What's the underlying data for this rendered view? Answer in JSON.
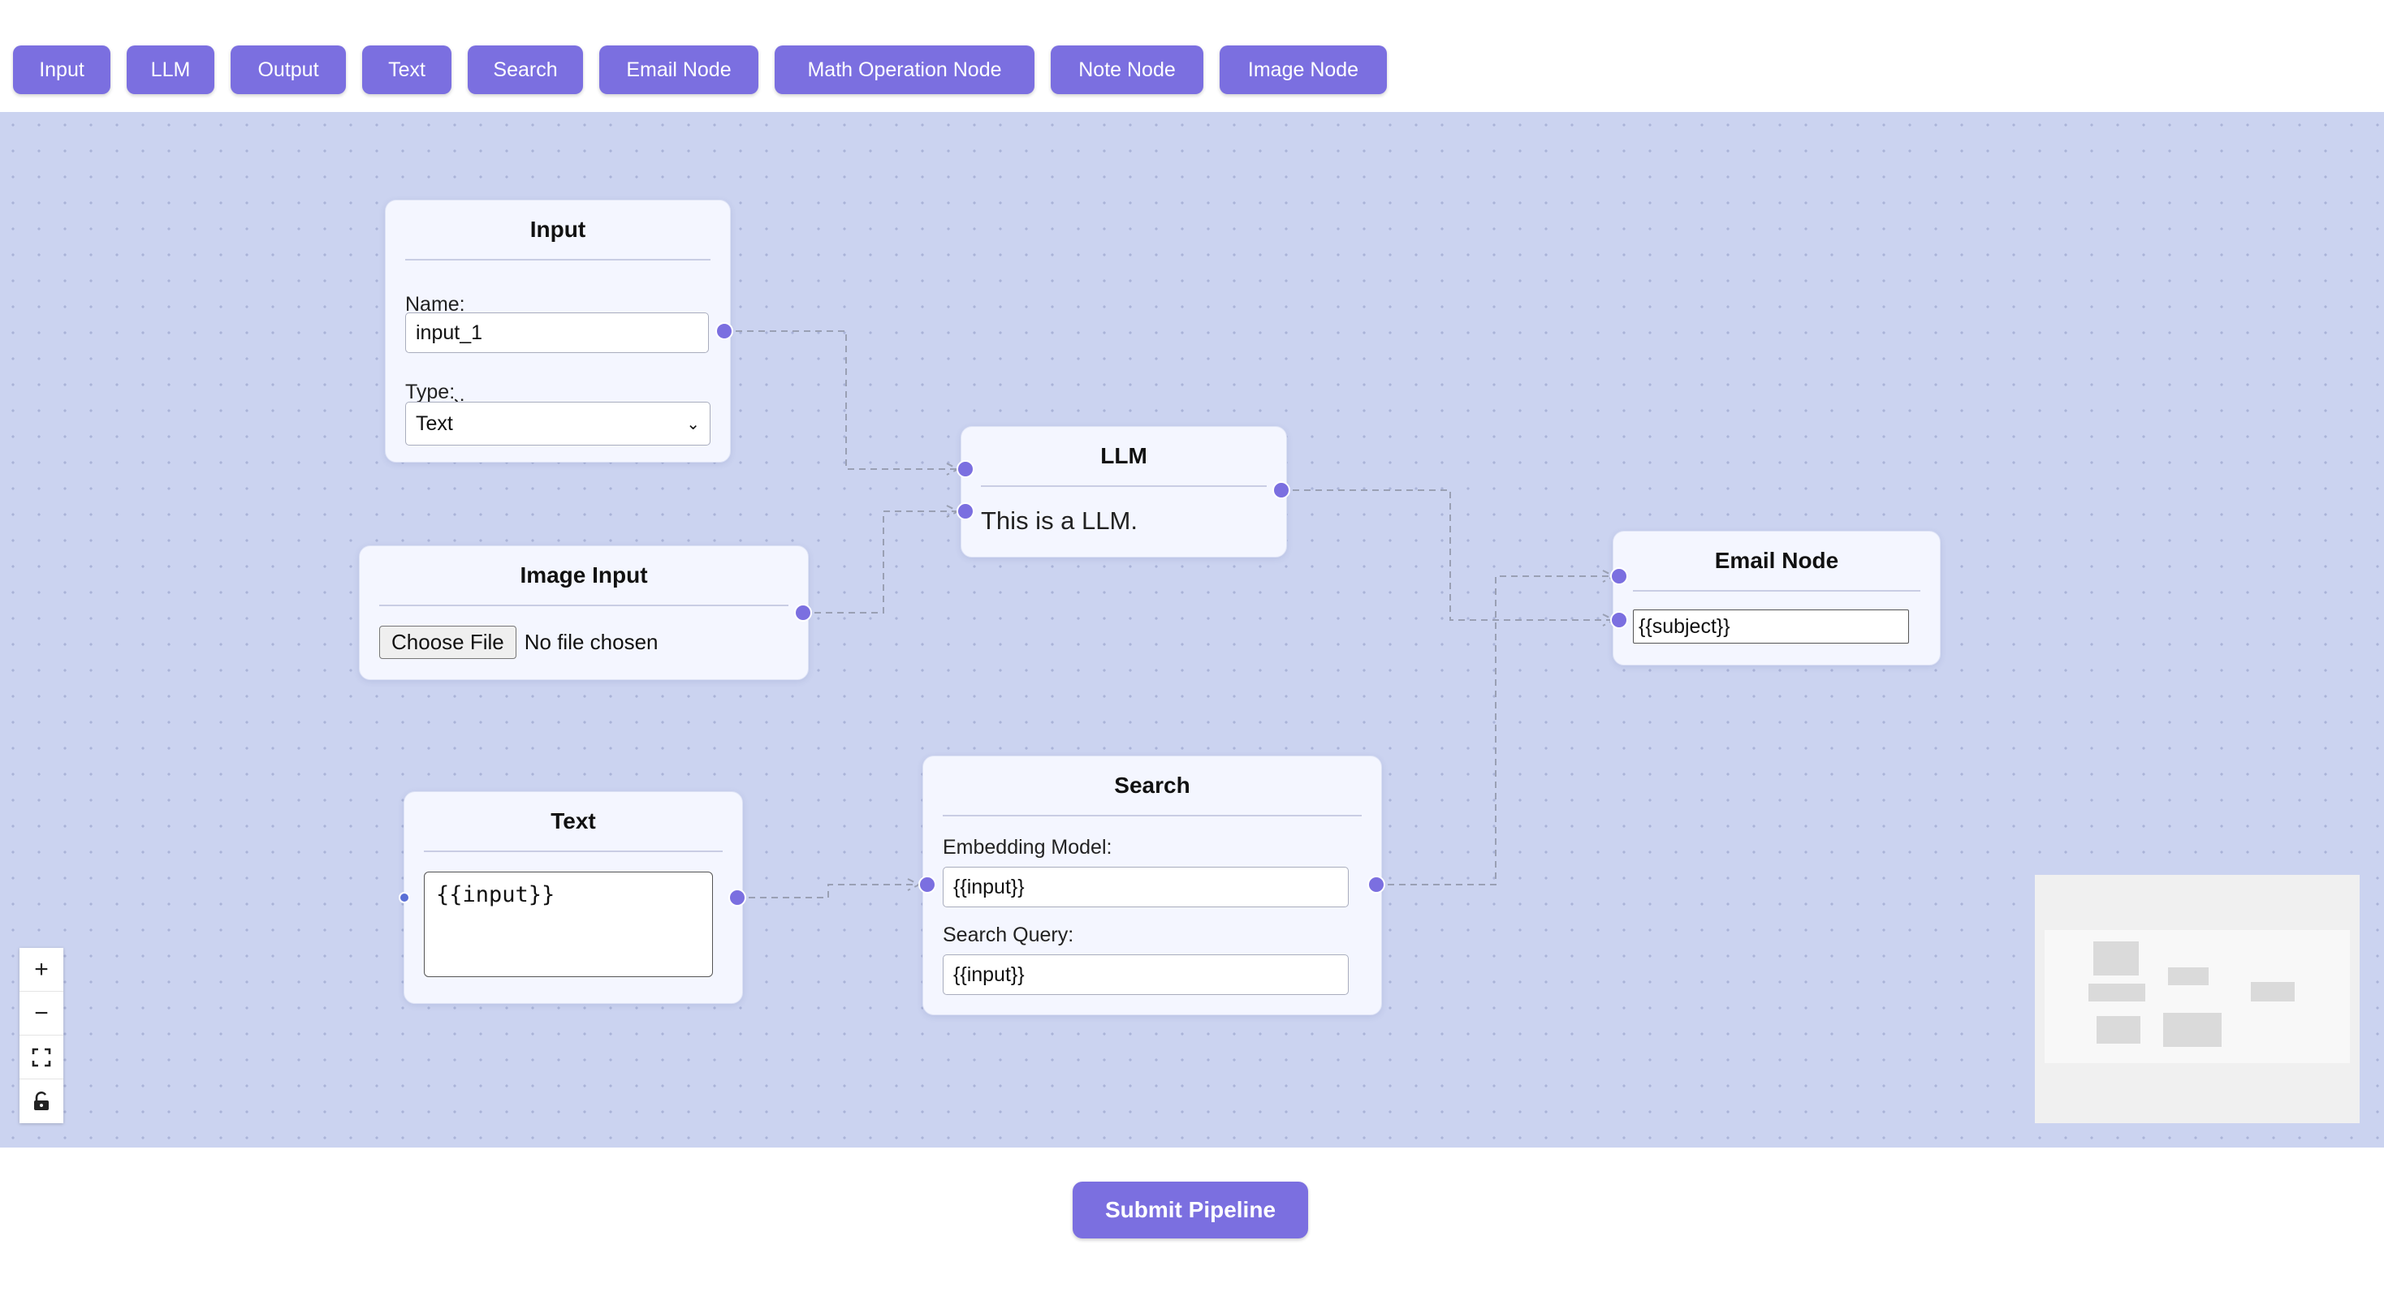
{
  "toolbar": {
    "buttons": [
      "Input",
      "LLM",
      "Output",
      "Text",
      "Search",
      "Email Node",
      "Math Operation Node",
      "Note Node",
      "Image Node"
    ]
  },
  "nodes": {
    "input": {
      "title": "Input",
      "name_label": "Name:",
      "name_value": "input_1",
      "type_label": "Type:",
      "type_value": "Text"
    },
    "llm": {
      "title": "LLM",
      "body": "This is a LLM."
    },
    "image_input": {
      "title": "Image Input",
      "file_button": "Choose File",
      "file_status": "No file chosen"
    },
    "email": {
      "title": "Email Node",
      "subject_value": "{{subject}}"
    },
    "text": {
      "title": "Text",
      "text_value": "{{input}}"
    },
    "search": {
      "title": "Search",
      "embedding_label": "Embedding Model:",
      "embedding_value": "{{input}}",
      "query_label": "Search Query:",
      "query_value": "{{input}}"
    }
  },
  "controls": {
    "zoom_in": "+",
    "zoom_out": "−"
  },
  "footer": {
    "submit_label": "Submit Pipeline"
  },
  "colors": {
    "accent": "#7b6fe0",
    "canvas": "#cbd3f0",
    "node_bg": "#f4f6ff"
  }
}
